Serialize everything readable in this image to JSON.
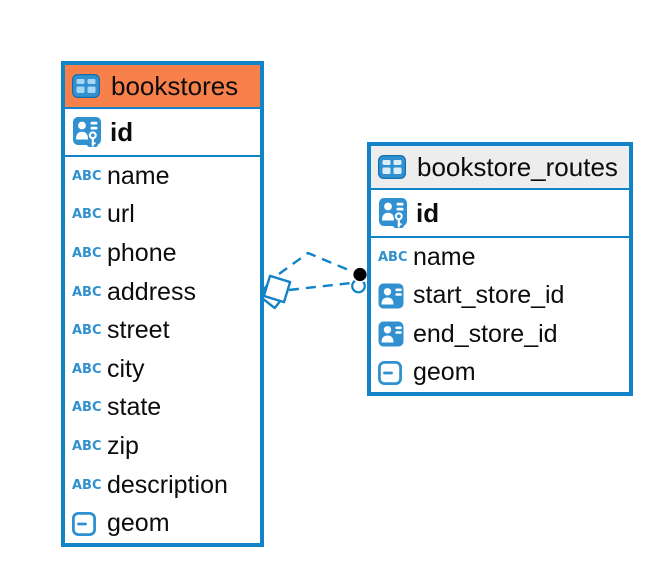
{
  "diagram": {
    "background": "#ffffff",
    "tool_hint": "entity-relationship diagram"
  },
  "colors": {
    "blue": "#1283C6",
    "icon_blue": "#3090D0",
    "header_orange": "#F8814B",
    "header_gray": "#EDEDED",
    "text": "#0C0C0C",
    "relationship_dot": "#000000"
  },
  "icons": {
    "text_glyph": "ABC"
  },
  "tables": [
    {
      "name": "bookstores",
      "header_style": "orange-highlighted",
      "icon": "table-icon",
      "primary_key": {
        "name": "id",
        "icon": "primary-key-icon"
      },
      "columns": [
        {
          "name": "name",
          "type": "text"
        },
        {
          "name": "url",
          "type": "text"
        },
        {
          "name": "phone",
          "type": "text"
        },
        {
          "name": "address",
          "type": "text"
        },
        {
          "name": "street",
          "type": "text"
        },
        {
          "name": "city",
          "type": "text"
        },
        {
          "name": "state",
          "type": "text"
        },
        {
          "name": "zip",
          "type": "text"
        },
        {
          "name": "description",
          "type": "text"
        },
        {
          "name": "geom",
          "type": "geometry"
        }
      ]
    },
    {
      "name": "bookstore_routes",
      "header_style": "gray",
      "icon": "table-icon",
      "primary_key": {
        "name": "id",
        "icon": "primary-key-icon"
      },
      "columns": [
        {
          "name": "name",
          "type": "text"
        },
        {
          "name": "start_store_id",
          "type": "reference"
        },
        {
          "name": "end_store_id",
          "type": "reference"
        },
        {
          "name": "geom",
          "type": "geometry"
        }
      ]
    }
  ],
  "relationships": [
    {
      "from_table": "bookstores",
      "to_table": "bookstore_routes",
      "line_style": "dashed",
      "line_count": 2,
      "from_marker": "diamond",
      "to_marker": "black-dot"
    }
  ]
}
